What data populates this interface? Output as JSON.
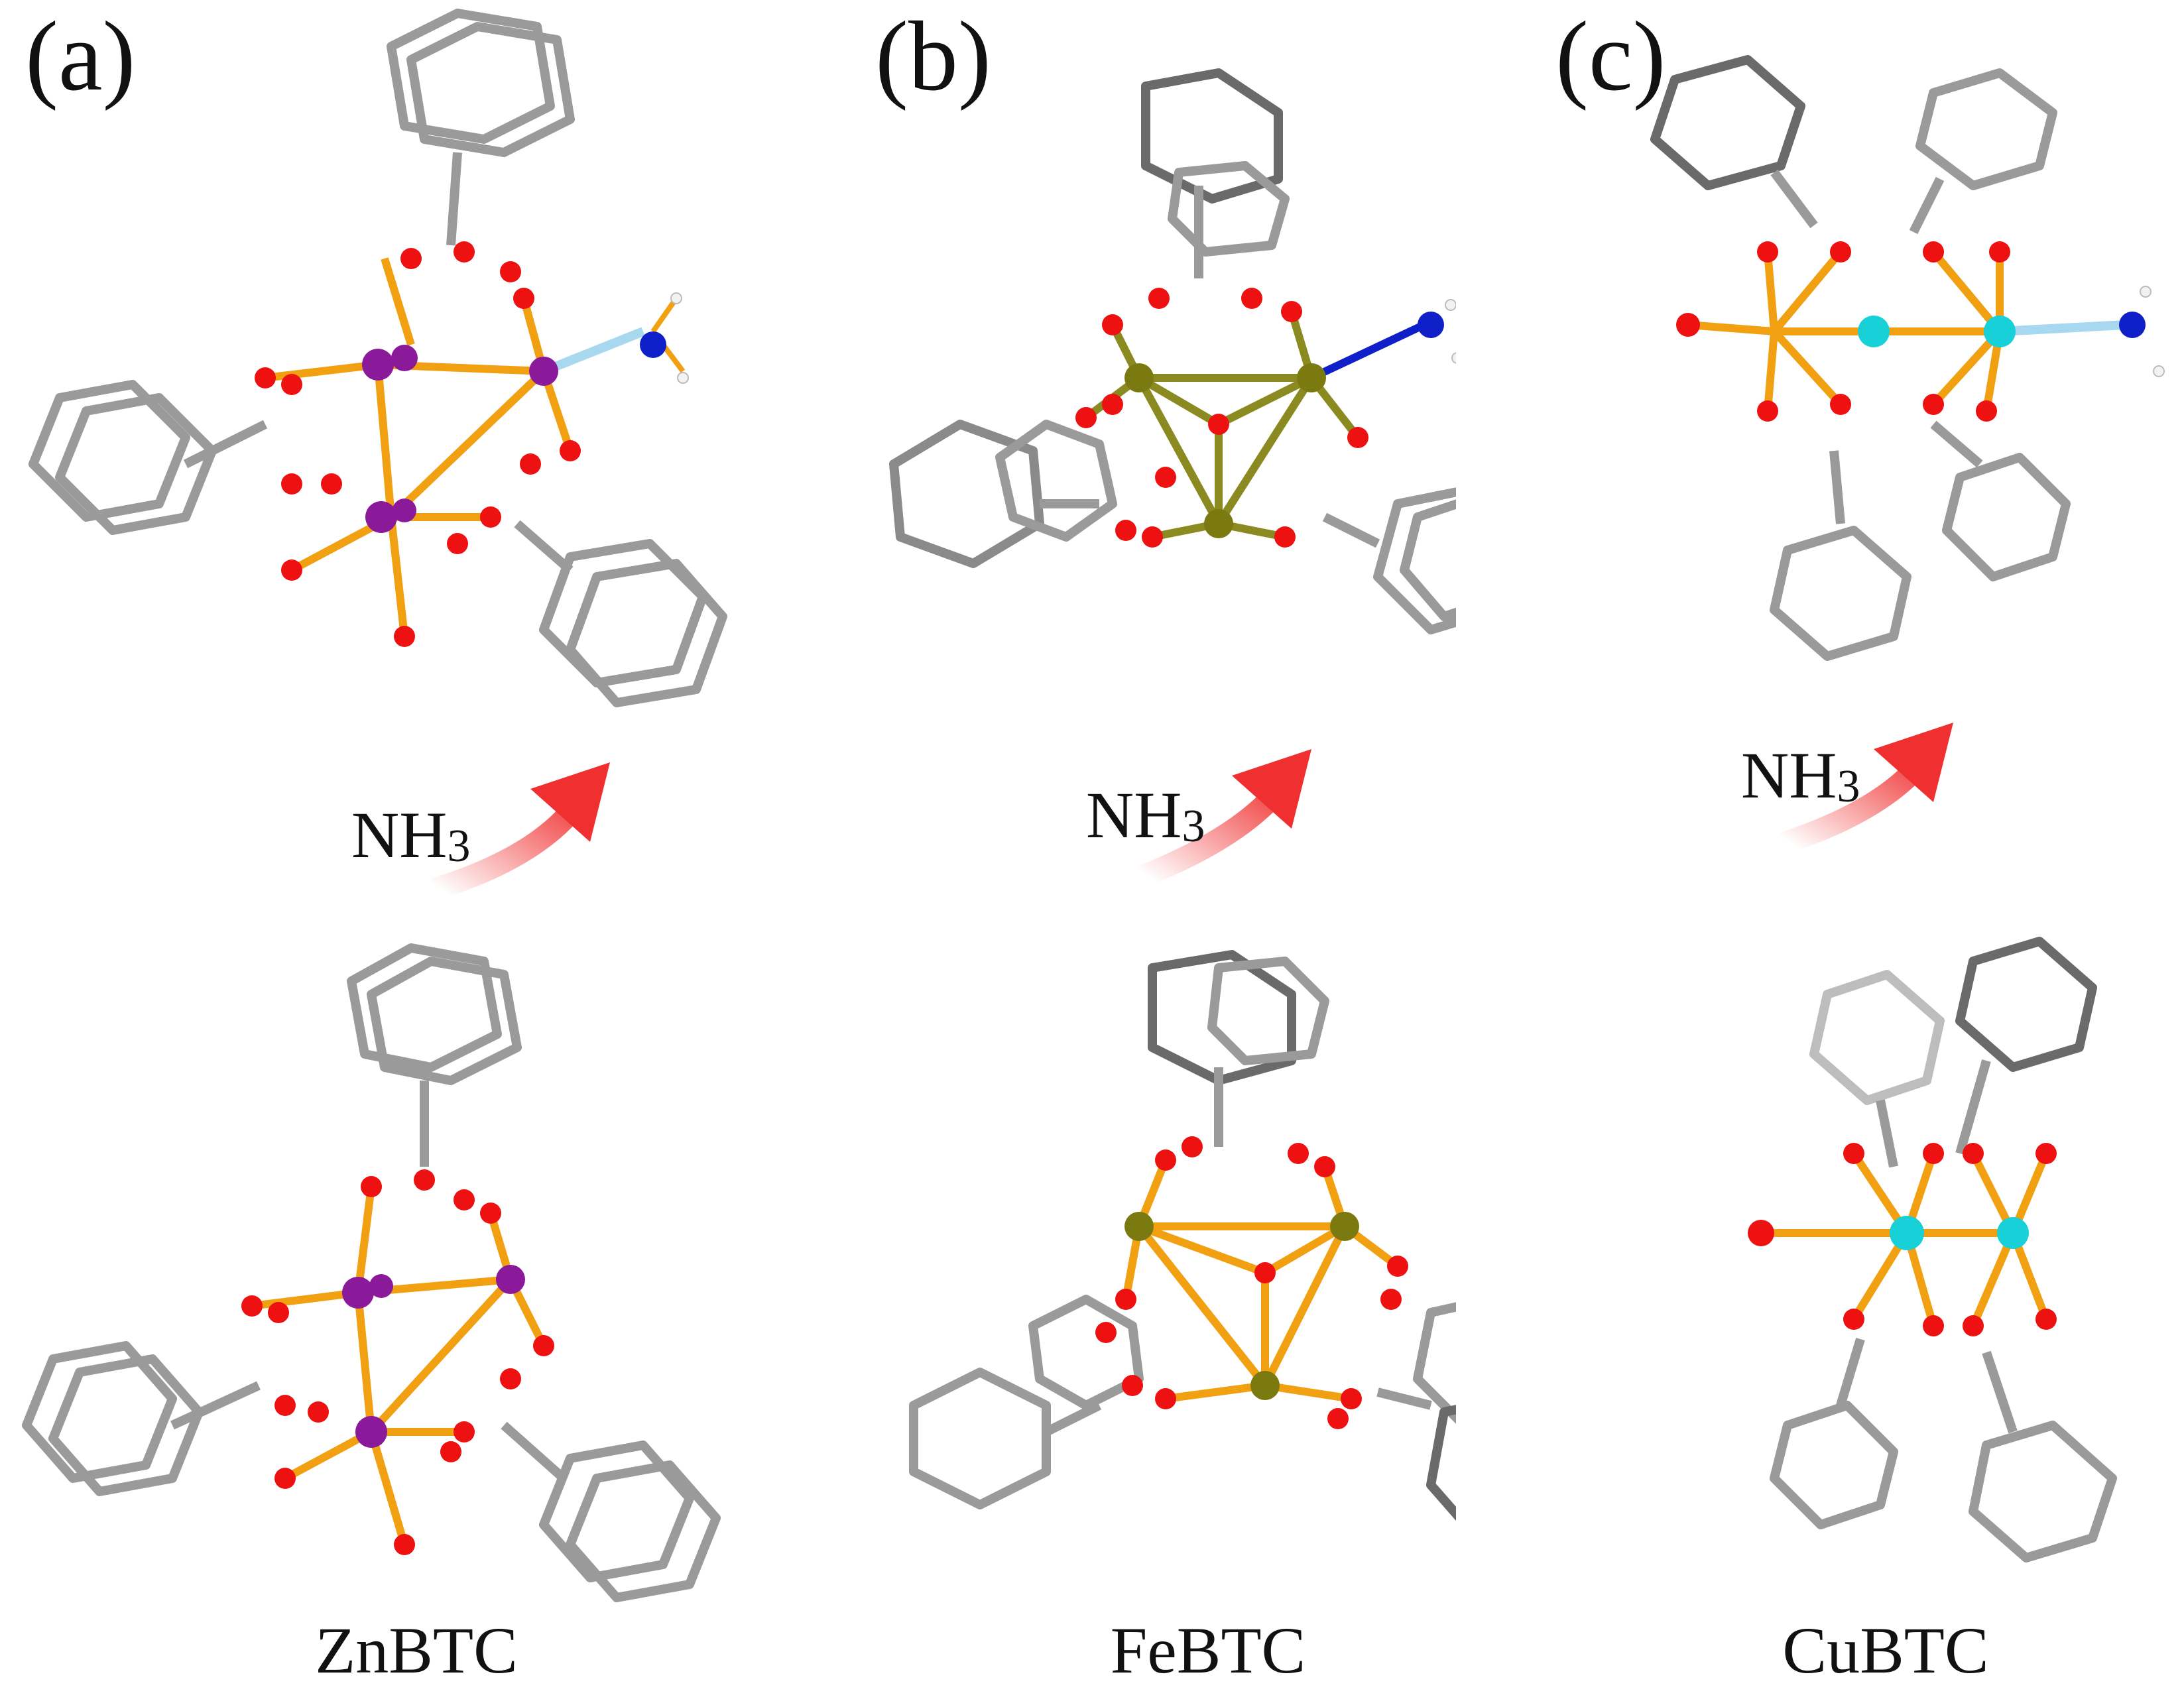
{
  "figure": {
    "panels": [
      {
        "label": "(a)",
        "reagent_main": "NH",
        "reagent_sub": "3",
        "compound": "ZnBTC"
      },
      {
        "label": "(b)",
        "reagent_main": "NH",
        "reagent_sub": "3",
        "compound": "FeBTC"
      },
      {
        "label": "(c)",
        "reagent_main": "NH",
        "reagent_sub": "3",
        "compound": "CuBTC"
      }
    ]
  },
  "atom_colors": {
    "oxygen": "#ee1111",
    "zinc": "#8b1a9b",
    "iron": "#7a7a10",
    "copper": "#18d0d8",
    "nitrogen": "#1020c8",
    "hydrogen": "#f2f2f2",
    "carbon_bond": "#9a9a9a",
    "metal_bond": "#f0a010",
    "iron_bond": "#8a8a20",
    "ammonia_contact": "#a8d8f0",
    "arrow": "#f03030"
  }
}
